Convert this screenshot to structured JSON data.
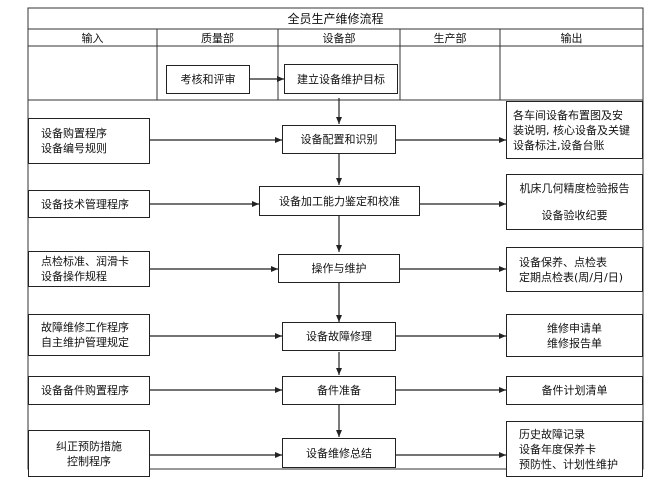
{
  "title": "全员生产维修流程",
  "columns": [
    "输入",
    "质量部",
    "设备部",
    "生产部",
    "输出"
  ],
  "quality": {
    "assess": "考核和评审"
  },
  "steps": {
    "goal": "建立设备维护目标",
    "config": "设备配置和识别",
    "capability": "设备加工能力鉴定和校准",
    "operate": "操作与维护",
    "fault": "设备故障修理",
    "spares": "备件准备",
    "summary": "设备维修总结"
  },
  "inputs": {
    "config": [
      "设备购置程序",
      "设备编号规则"
    ],
    "capability": [
      "设备技术管理程序"
    ],
    "operate": [
      "点检标准、润滑卡",
      "设备操作规程"
    ],
    "fault": [
      "故障维修工作程序",
      "自主维护管理规定"
    ],
    "spares": [
      "设备备件购置程序"
    ],
    "summary": [
      "纠正预防措施",
      "控制程序"
    ]
  },
  "outputs": {
    "config": [
      "各车间设备布置图及安",
      "装说明, 核心设备及关键",
      "设备标注,设备台账"
    ],
    "capability_a": [
      "机床几何精度检验报告"
    ],
    "capability_b": [
      "设备验收纪要"
    ],
    "operate": [
      "设备保养、点检表",
      "定期点检表(周/月/日)"
    ],
    "fault": [
      "维修申请单",
      "维修报告单"
    ],
    "spares": [
      "备件计划清单"
    ],
    "summary": [
      "历史故障记录",
      "设备年度保养卡",
      "预防性、计划性维护"
    ]
  }
}
